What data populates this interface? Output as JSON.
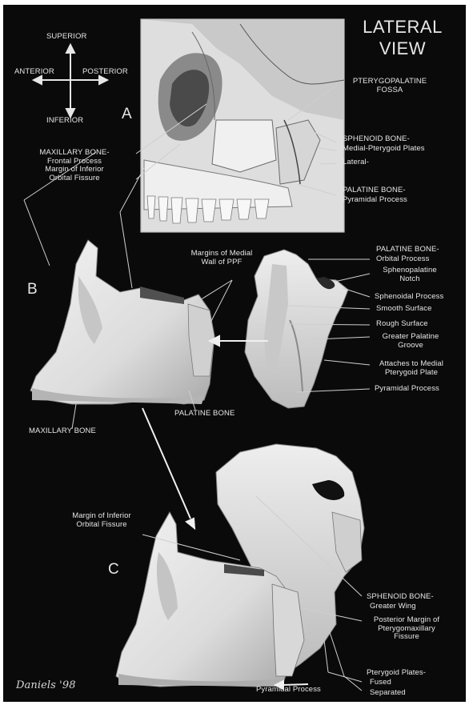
{
  "title": {
    "line1": "LATERAL",
    "line2": "VIEW"
  },
  "compass": {
    "superior": "SUPERIOR",
    "anterior": "ANTERIOR",
    "posterior": "POSTERIOR",
    "inferior": "INFERIOR"
  },
  "panels": {
    "a": "A",
    "b": "B",
    "c": "C"
  },
  "panel_a": {
    "pterygopalatine_fossa": [
      "PTERYGOPALATINE",
      "FOSSA"
    ],
    "sphenoid_bone": "SPHENOID BONE-",
    "medial_pterygoid": "Medial-Pterygoid Plates",
    "lateral": "Lateral-",
    "palatine_bone": "PALATINE BONE-",
    "pyramidal_process": "Pyramidal Process",
    "maxillary_bone": "MAXILLARY BONE-",
    "frontal_process": "Frontal Process",
    "margin_inferior_orbital": [
      "Margin of Inferior",
      "Orbital Fissure"
    ]
  },
  "panel_b": {
    "margins_medial_wall": [
      "Margins of Medial",
      "Wall of PPF"
    ],
    "palatine_bone": "PALATINE BONE-",
    "orbital_process": "Orbital Process",
    "sphenopalatine_notch": [
      "Sphenopalatine",
      "Notch"
    ],
    "sphenoidal_process": "Sphenoidal Process",
    "smooth_surface": "Smooth Surface",
    "rough_surface": "Rough Surface",
    "greater_palatine_groove": [
      "Greater Palatine",
      "Groove"
    ],
    "attaches_medial": [
      "Attaches to Medial",
      "Pterygoid Plate"
    ],
    "pyramidal_process": "Pyramidal Process",
    "palatine_bone_caption": "PALATINE BONE",
    "maxillary_bone_caption": "MAXILLARY BONE"
  },
  "panel_c": {
    "margin_inferior_orbital": [
      "Margin of Inferior",
      "Orbital Fissure"
    ],
    "sphenoid_bone": "SPHENOID BONE-",
    "greater_wing": "Greater Wing",
    "posterior_margin": [
      "Posterior Margin of",
      "Pterygomaxillary",
      "Fissure"
    ],
    "pterygoid_plates": "Pterygoid Plates-",
    "fused": "Fused",
    "separated": "Separated",
    "pyramidal_process": "Pyramidal Process"
  },
  "signature": {
    "name": "Daniels",
    "year": "'98"
  },
  "colors": {
    "background": "#0a0a0a",
    "bone": "#e4e4e4",
    "bone_shadow": "#9c9c9c",
    "text": "#e6e6e6",
    "leader": "#cfcfcf",
    "frame": "#bdbdbd"
  }
}
